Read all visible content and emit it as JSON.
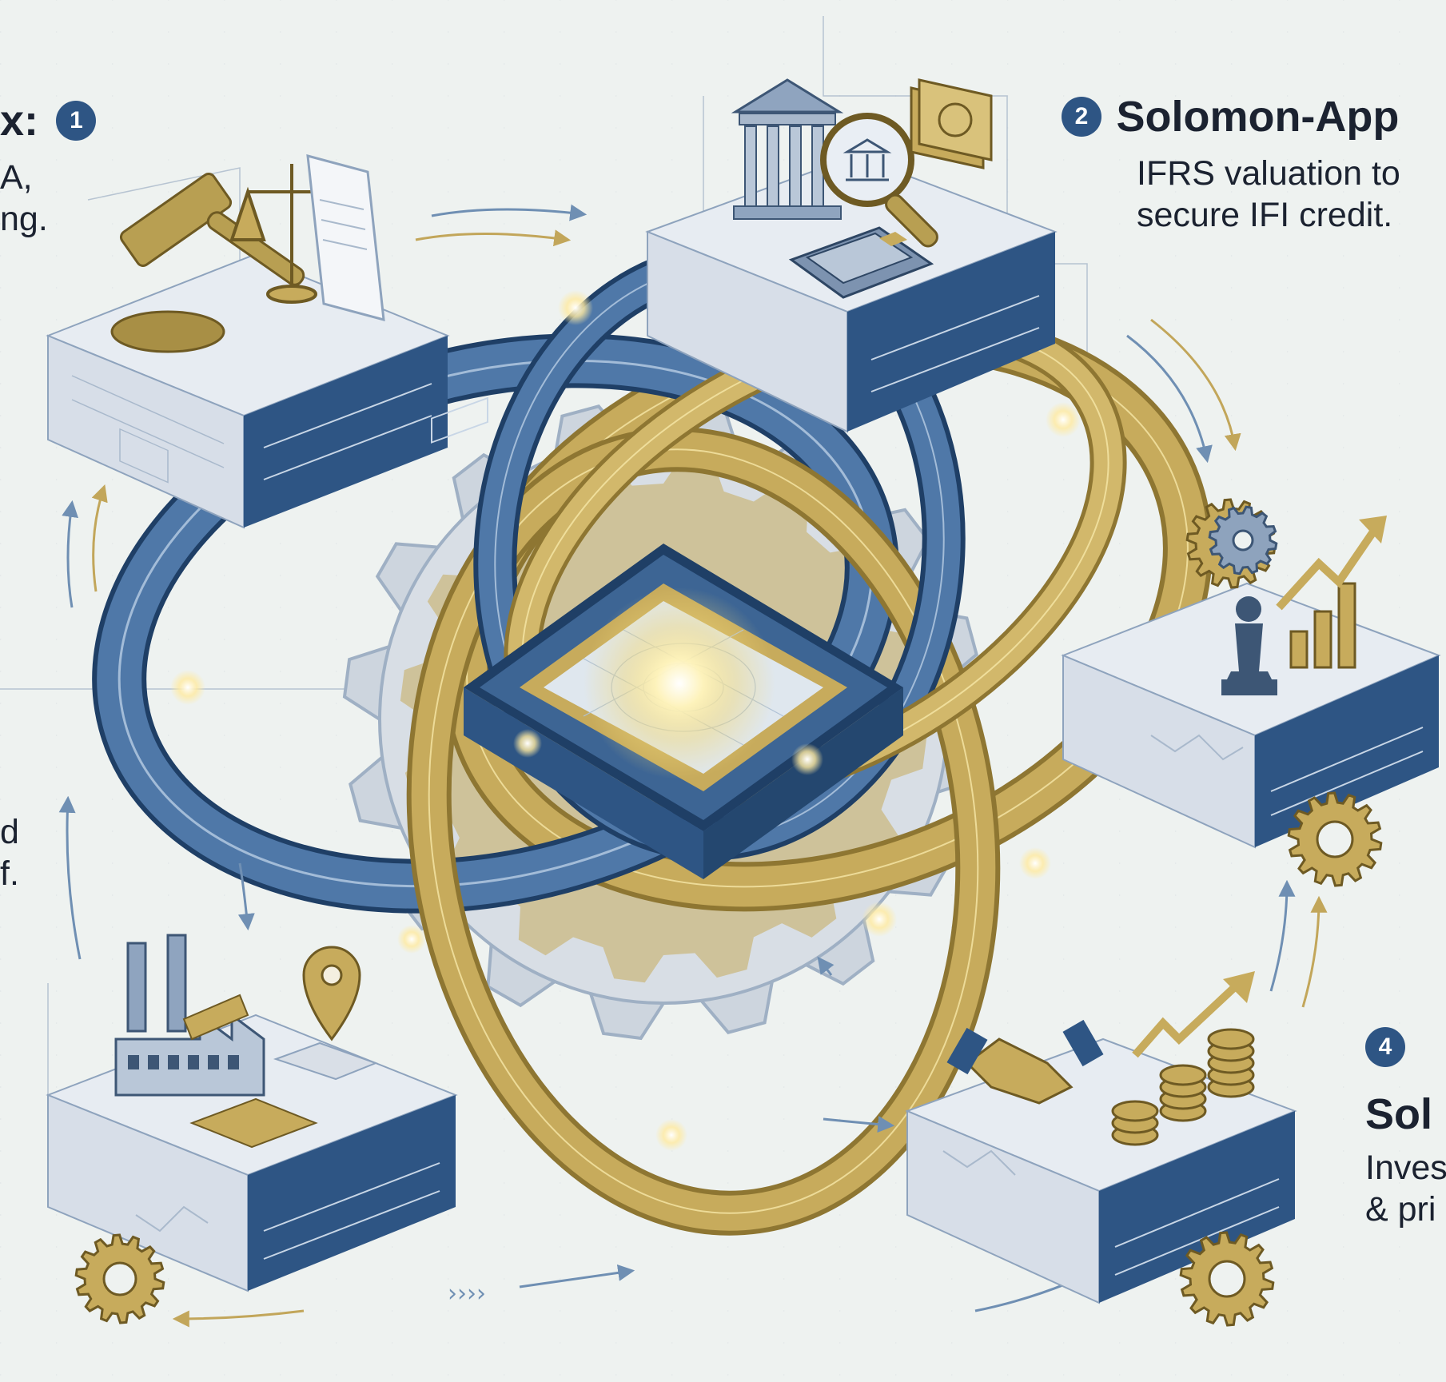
{
  "colors": {
    "blue": "#2e5584",
    "blue_light": "#6f93bd",
    "gold": "#c7ab5c",
    "gold_dark": "#8e7632",
    "platform_top": "#e7ecf2",
    "background": "#eef2f0"
  },
  "callouts": {
    "step1": {
      "heading": "x:",
      "badge": "1",
      "lines": [
        "A,",
        "ng."
      ]
    },
    "step2": {
      "badge": "2",
      "heading": "Solomon-App",
      "lines": [
        "IFRS valuation to",
        "secure IFI credit."
      ]
    },
    "step3": {
      "lines": [
        "d",
        "f."
      ]
    },
    "step4": {
      "badge": "4",
      "heading": "Sol",
      "lines": [
        "Inves",
        "& pri"
      ]
    }
  },
  "nodes": [
    {
      "name": "legal-platform",
      "icons": [
        "gavel-icon",
        "scales-icon",
        "document-icon"
      ]
    },
    {
      "name": "finance-platform",
      "icons": [
        "bank-icon",
        "magnifier-icon",
        "banknote-icon",
        "calculator-icon"
      ]
    },
    {
      "name": "strategy-platform",
      "icons": [
        "gear-icon",
        "chess-pawn-icon",
        "growth-chart-icon"
      ]
    },
    {
      "name": "industry-platform",
      "icons": [
        "factory-icon",
        "map-pin-icon",
        "map-icon"
      ]
    },
    {
      "name": "investment-platform",
      "icons": [
        "handshake-icon",
        "coin-stack-icon",
        "trend-arrow-icon"
      ]
    },
    {
      "name": "central-hub",
      "icons": []
    }
  ],
  "markers": {
    "chevrons": "››››"
  }
}
